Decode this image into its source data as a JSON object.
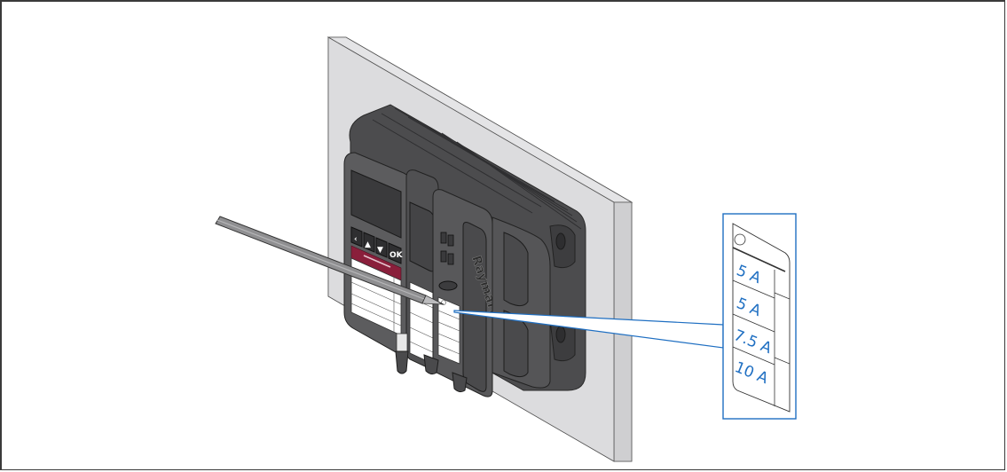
{
  "figure": {
    "description": "Mounted power distribution unit with pencil writing on fuse label; callout shows label entries",
    "brand_label": "Raymarine",
    "keypad": {
      "buttons": [
        {
          "name": "back",
          "glyph": "‹"
        },
        {
          "name": "up",
          "glyph": "▲"
        },
        {
          "name": "down",
          "glyph": "▼"
        },
        {
          "name": "ok",
          "glyph": "OK"
        }
      ]
    },
    "fuse_label_callout": {
      "entries": [
        "5 A",
        "5 A",
        "7.5 A",
        "10 A"
      ]
    }
  },
  "colors": {
    "unit_body": "#5a5a5c",
    "unit_dark": "#3b3b3d",
    "mount_panel": "#dcdcde",
    "label_band": "#8a1f3b",
    "callout_line": "#1f6fc2",
    "fuse_text": "#1f6fc2"
  }
}
